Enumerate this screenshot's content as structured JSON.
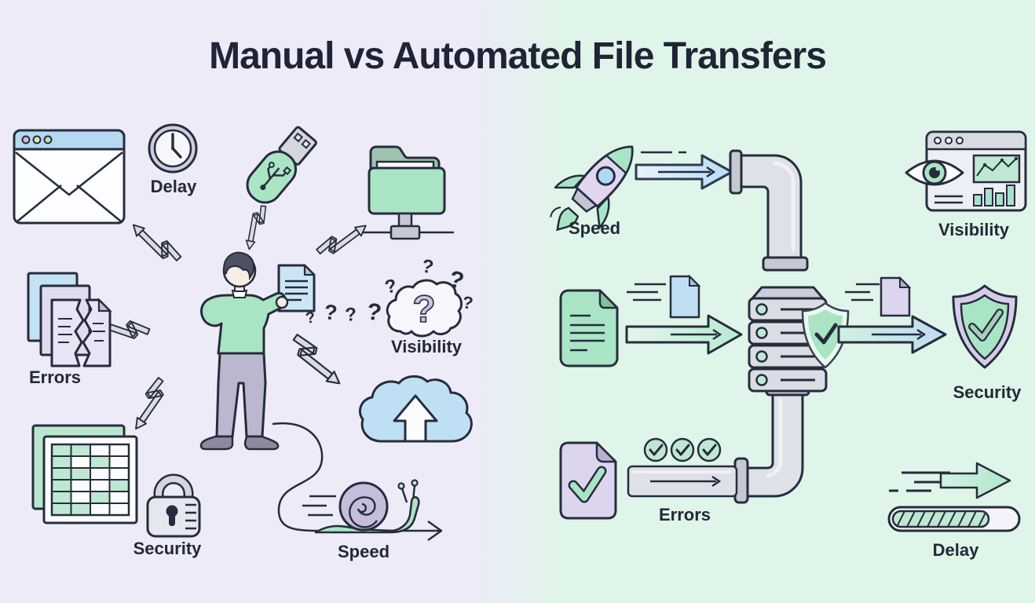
{
  "title": "Manual vs Automated File Transfers",
  "glyphs": {
    "question_mark": "?"
  },
  "colors": {
    "left_bg": "#ECEBF7",
    "right_bg": "#DFF5E9",
    "ink": "#272C3D",
    "mint": "#A9E5C4",
    "lavender": "#DCD5ED",
    "blue": "#BFE0F4",
    "pipe_gray": "#DFE1E8"
  },
  "manual": {
    "delay_label": "Delay",
    "errors_label": "Errors",
    "visibility_label": "Visibility",
    "security_label": "Security",
    "speed_label": "Speed",
    "icons": [
      "email-window",
      "clock",
      "usb-drive",
      "network-folder",
      "person-holding-document",
      "lightning-arrows",
      "question-cloud",
      "broken-documents",
      "spreadsheet",
      "padlock",
      "upload-cloud",
      "snail",
      "winding-path-arrow"
    ]
  },
  "automated": {
    "speed_label": "Speed",
    "visibility_label": "Visibility",
    "security_label": "Security",
    "errors_label": "Errors",
    "delay_label": "Delay",
    "icons": [
      "rocket",
      "fast-arrow",
      "pipe-elbow",
      "server-stack",
      "shield-check",
      "document",
      "dashboard-window-eye",
      "checkmark-document",
      "check-circles",
      "pipeline",
      "progress-bar"
    ]
  }
}
